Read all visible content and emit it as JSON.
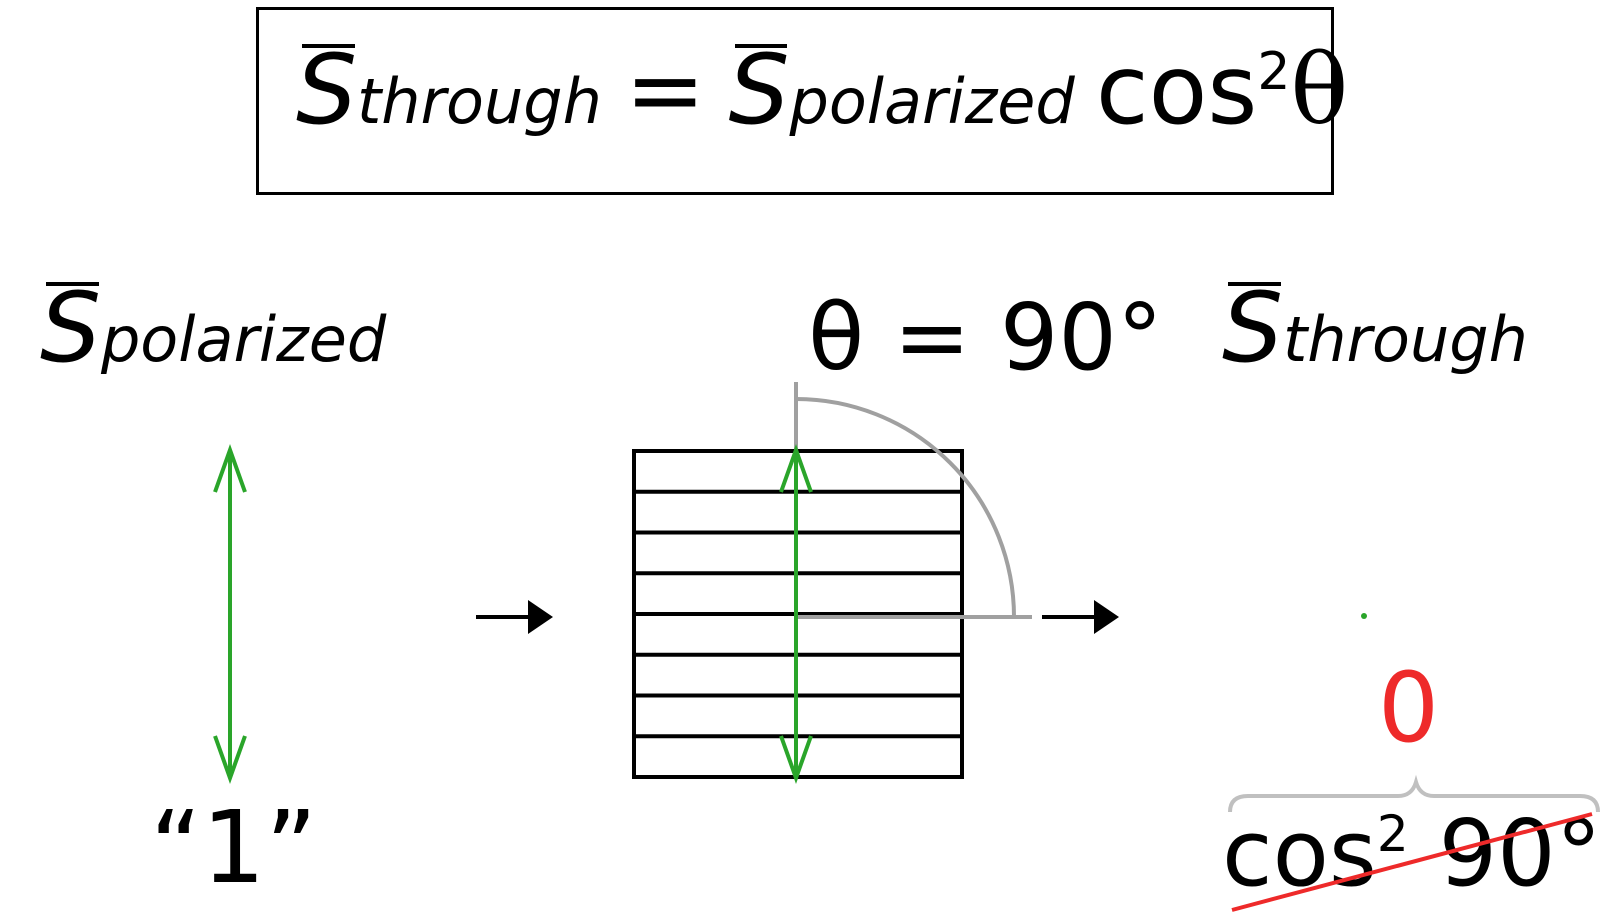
{
  "formula": {
    "lhs_symbol": "S",
    "lhs_sub": "through",
    "equals": "=",
    "rhs_symbol": "S",
    "rhs_sub": "polarized",
    "cos": "cos",
    "power": "2",
    "theta": "θ"
  },
  "incident": {
    "symbol": "S",
    "sub": "polarized",
    "amplitude_label": "“1”"
  },
  "polarizer": {
    "angle_label": "θ = 90°",
    "angle_degrees": 90,
    "slit_count": 8
  },
  "transmitted": {
    "symbol": "S",
    "sub": "through",
    "result_value": "0",
    "cos_text": "cos",
    "power": "2",
    "angle_text": "90°"
  },
  "colors": {
    "wave": "#2aa52a",
    "angle_arc": "#a0a0a0",
    "result": "#ee2a2a",
    "brace": "#c0c0c0",
    "strike": "#ee2a2a",
    "ink": "#000000"
  }
}
